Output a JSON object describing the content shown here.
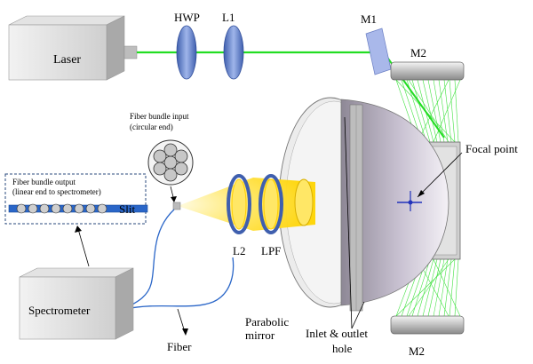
{
  "labels": {
    "laser": "Laser",
    "hwp": "HWP",
    "l1": "L1",
    "m1": "M1",
    "m2_top": "M2",
    "m2_bottom": "M2",
    "fiber_bundle_input_1": "Fiber bundle input",
    "fiber_bundle_input_2": "(circular end)",
    "fiber_bundle_output_1": "Fiber bundle output",
    "fiber_bundle_output_2": "(linear end to spectrometer)",
    "slit": "Slit",
    "focal_point": "Focal point",
    "l2": "L2",
    "lpf": "LPF",
    "spectrometer": "Spectrometer",
    "fiber": "Fiber",
    "parabolic_mirror_1": "Parabolic",
    "parabolic_mirror_2": "mirror",
    "inlet_outlet_1": "Inlet & outlet",
    "inlet_outlet_2": "hole"
  },
  "colors": {
    "laser_beam": "#22dd22",
    "lens_blue": "#5577cc",
    "light_yellow": "#ffe766",
    "fiber_blue": "#2a66c8",
    "box_gray": "#c9c9c9"
  }
}
